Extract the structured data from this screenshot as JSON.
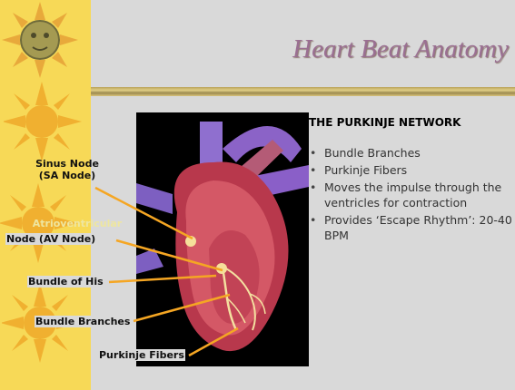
{
  "slide": {
    "title": "Heart Beat Anatomy",
    "section_title": "THE PURKINJE NETWORK",
    "bullets": [
      "Bundle Branches",
      "Purkinje Fibers",
      "Moves the impulse through the ventricles for contraction",
      "Provides ‘Escape Rhythm’: 20-40 BPM"
    ],
    "bullet_glyph": "•"
  },
  "labels": {
    "sinus_node_line1": "Sinus Node",
    "sinus_node_line2": "(SA Node)",
    "av_node_line1": "Atrioventricular",
    "av_node_line2": "Node (AV Node)",
    "bundle_of_his": "Bundle of His",
    "bundle_branches": "Bundle Branches",
    "purkinje_fibers": "Purkinje Fibers"
  },
  "colors": {
    "title": "#9a6f92",
    "sidebar": "#f7d957",
    "pointer_lines": "#f5a623",
    "background": "#d9d9d9"
  },
  "icons": {
    "sun_face": "sun-face-icon",
    "sun_plain": "sun-icon"
  }
}
